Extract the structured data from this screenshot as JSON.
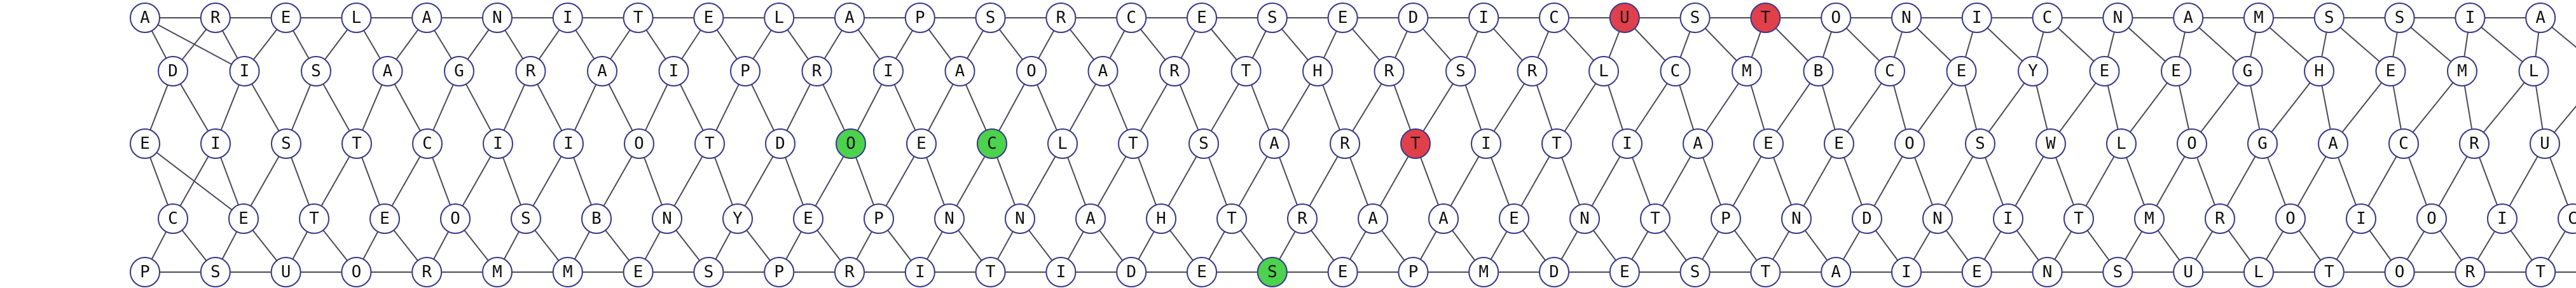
{
  "colors": {
    "default_fill": "#ffffff",
    "green": "#4cd24c",
    "red": "#e0404a"
  },
  "rows": [
    {
      "letters": "ARELANITELAPSRCESEDICUSTONICNAMSSIA",
      "states": {
        "21": "red",
        "23": "red"
      }
    },
    {
      "letters": "DISAGRAIPRIAOARTHRSRLCMBCEYEEGHEMLV",
      "states": {}
    },
    {
      "letters": "EISTCIIOTDOECLTSARTITIAEEOSWLOGACRUE",
      "states": {
        "10": "green",
        "12": "green",
        "18": "red"
      }
    },
    {
      "letters": "CETEOSBNYEPNNAHTRAAENTPNDNITMROIOICR",
      "states": {}
    },
    {
      "letters": "PSUORMMESPRITIDESEPMDESTAIENSULTORTEP",
      "states": {
        "16": "green"
      }
    }
  ]
}
